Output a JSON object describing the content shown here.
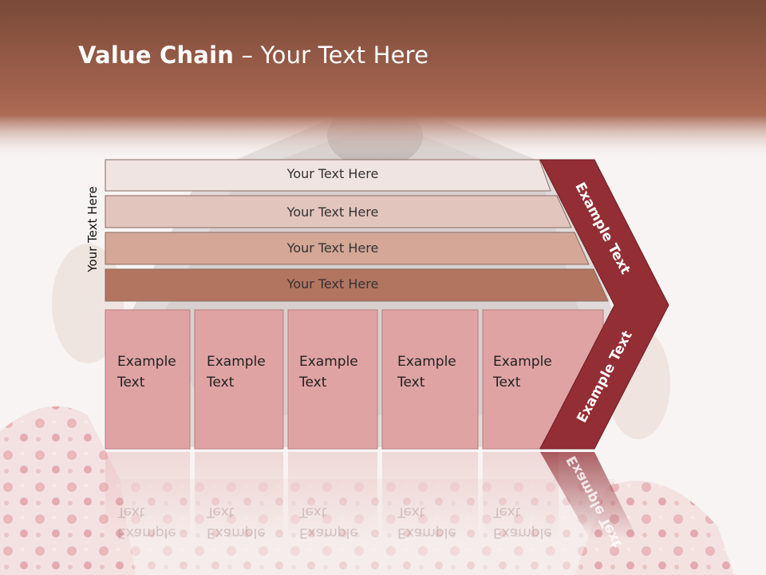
{
  "title": {
    "bold": "Value Chain",
    "rest": " – Your Text Here"
  },
  "side_label": "Your Text Here",
  "bars": [
    {
      "label": "Your Text Here",
      "color": "#f0e4e2"
    },
    {
      "label": "Your Text Here",
      "color": "#e2c5bd"
    },
    {
      "label": "Your Text Here",
      "color": "#d4a797"
    },
    {
      "label": "Your Text Here",
      "color": "#b27560"
    }
  ],
  "boxes": [
    {
      "line1": "Example",
      "line2": "Text"
    },
    {
      "line1": "Example",
      "line2": "Text"
    },
    {
      "line1": "Example",
      "line2": "Text"
    },
    {
      "line1": "Example",
      "line2": "Text"
    },
    {
      "line1": "Example",
      "line2": "Text"
    }
  ],
  "arrow": {
    "upper_label": "Example Text",
    "lower_label": "Example Text"
  },
  "colors": {
    "header_dark": "#7a4a39",
    "header_mid": "#a0614c",
    "box_fill": "#e0a3a3",
    "arrow_fill": "#922e34"
  }
}
